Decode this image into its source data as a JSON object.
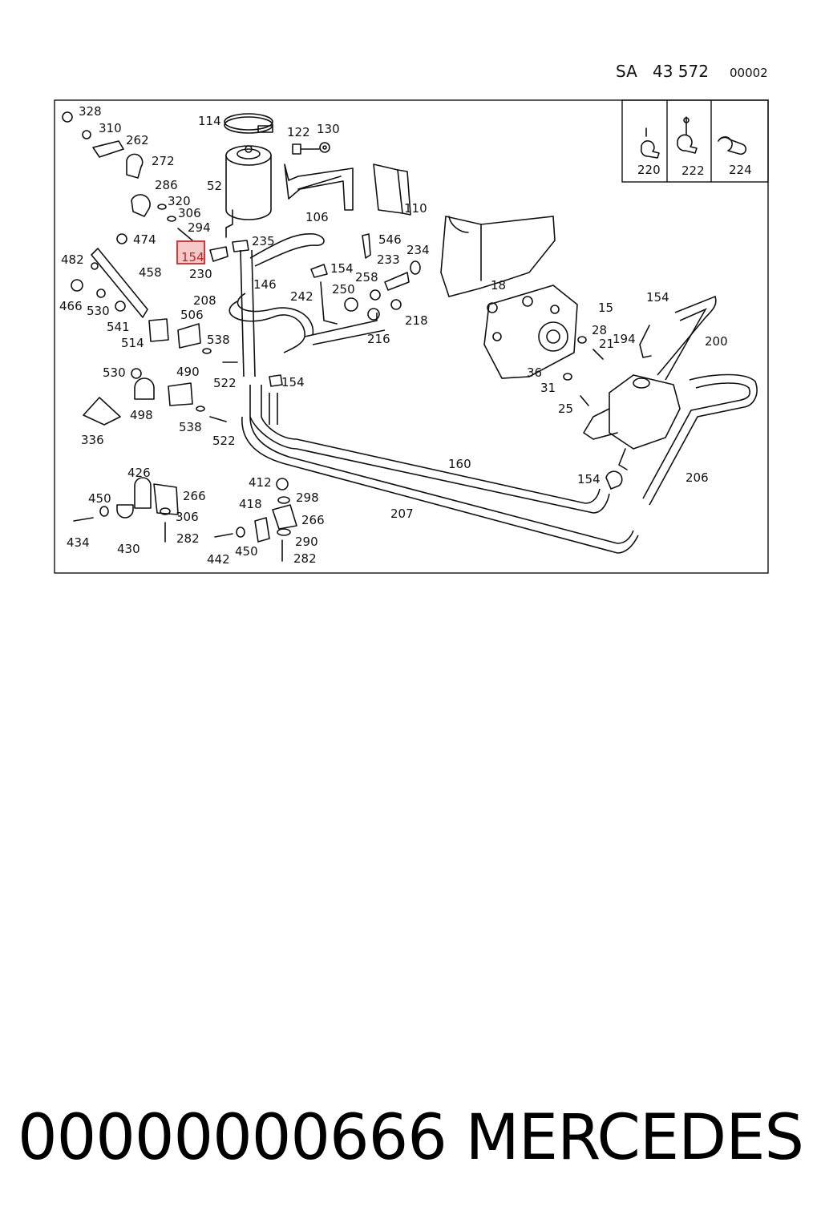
{
  "header": {
    "sa_label": "SA",
    "sa_number": "43 572",
    "sheet_code": "00002"
  },
  "inset_labels": [
    "220",
    "222",
    "224"
  ],
  "highlight_label": "154",
  "labels": {
    "l328": "328",
    "l310": "310",
    "l262": "262",
    "l272": "272",
    "l286": "286",
    "l320": "320",
    "l306a": "306",
    "l294": "294",
    "l474": "474",
    "l482": "482",
    "l458": "458",
    "l230": "230",
    "l466": "466",
    "l530a": "530",
    "l541": "541",
    "l208": "208",
    "l506": "506",
    "l514": "514",
    "l538a": "538",
    "l530b": "530",
    "l490": "490",
    "l522a": "522",
    "l498": "498",
    "l538b": "538",
    "l522b": "522",
    "l336": "336",
    "l114": "114",
    "l52": "52",
    "l122": "122",
    "l130": "130",
    "l106": "106",
    "l110": "110",
    "l235": "235",
    "l146": "146",
    "l154a": "154",
    "l242": "242",
    "l250": "250",
    "l258": "258",
    "l546": "546",
    "l233": "233",
    "l234": "234",
    "l218": "218",
    "l216": "216",
    "l154b": "154",
    "l18": "18",
    "l15": "15",
    "l154c": "154",
    "l28": "28",
    "l21": "21",
    "l194": "194",
    "l200": "200",
    "l36": "36",
    "l31": "31",
    "l25": "25",
    "l160": "160",
    "l154d": "154",
    "l206": "206",
    "l207": "207",
    "l426": "426",
    "l450a": "450",
    "l266a": "266",
    "l306b": "306",
    "l434": "434",
    "l430": "430",
    "l282a": "282",
    "l412": "412",
    "l298": "298",
    "l418": "418",
    "l266b": "266",
    "l442": "442",
    "l450b": "450",
    "l290": "290",
    "l282b": "282"
  },
  "footer": {
    "part_number": "00000000666",
    "brand": "MERCEDES"
  }
}
